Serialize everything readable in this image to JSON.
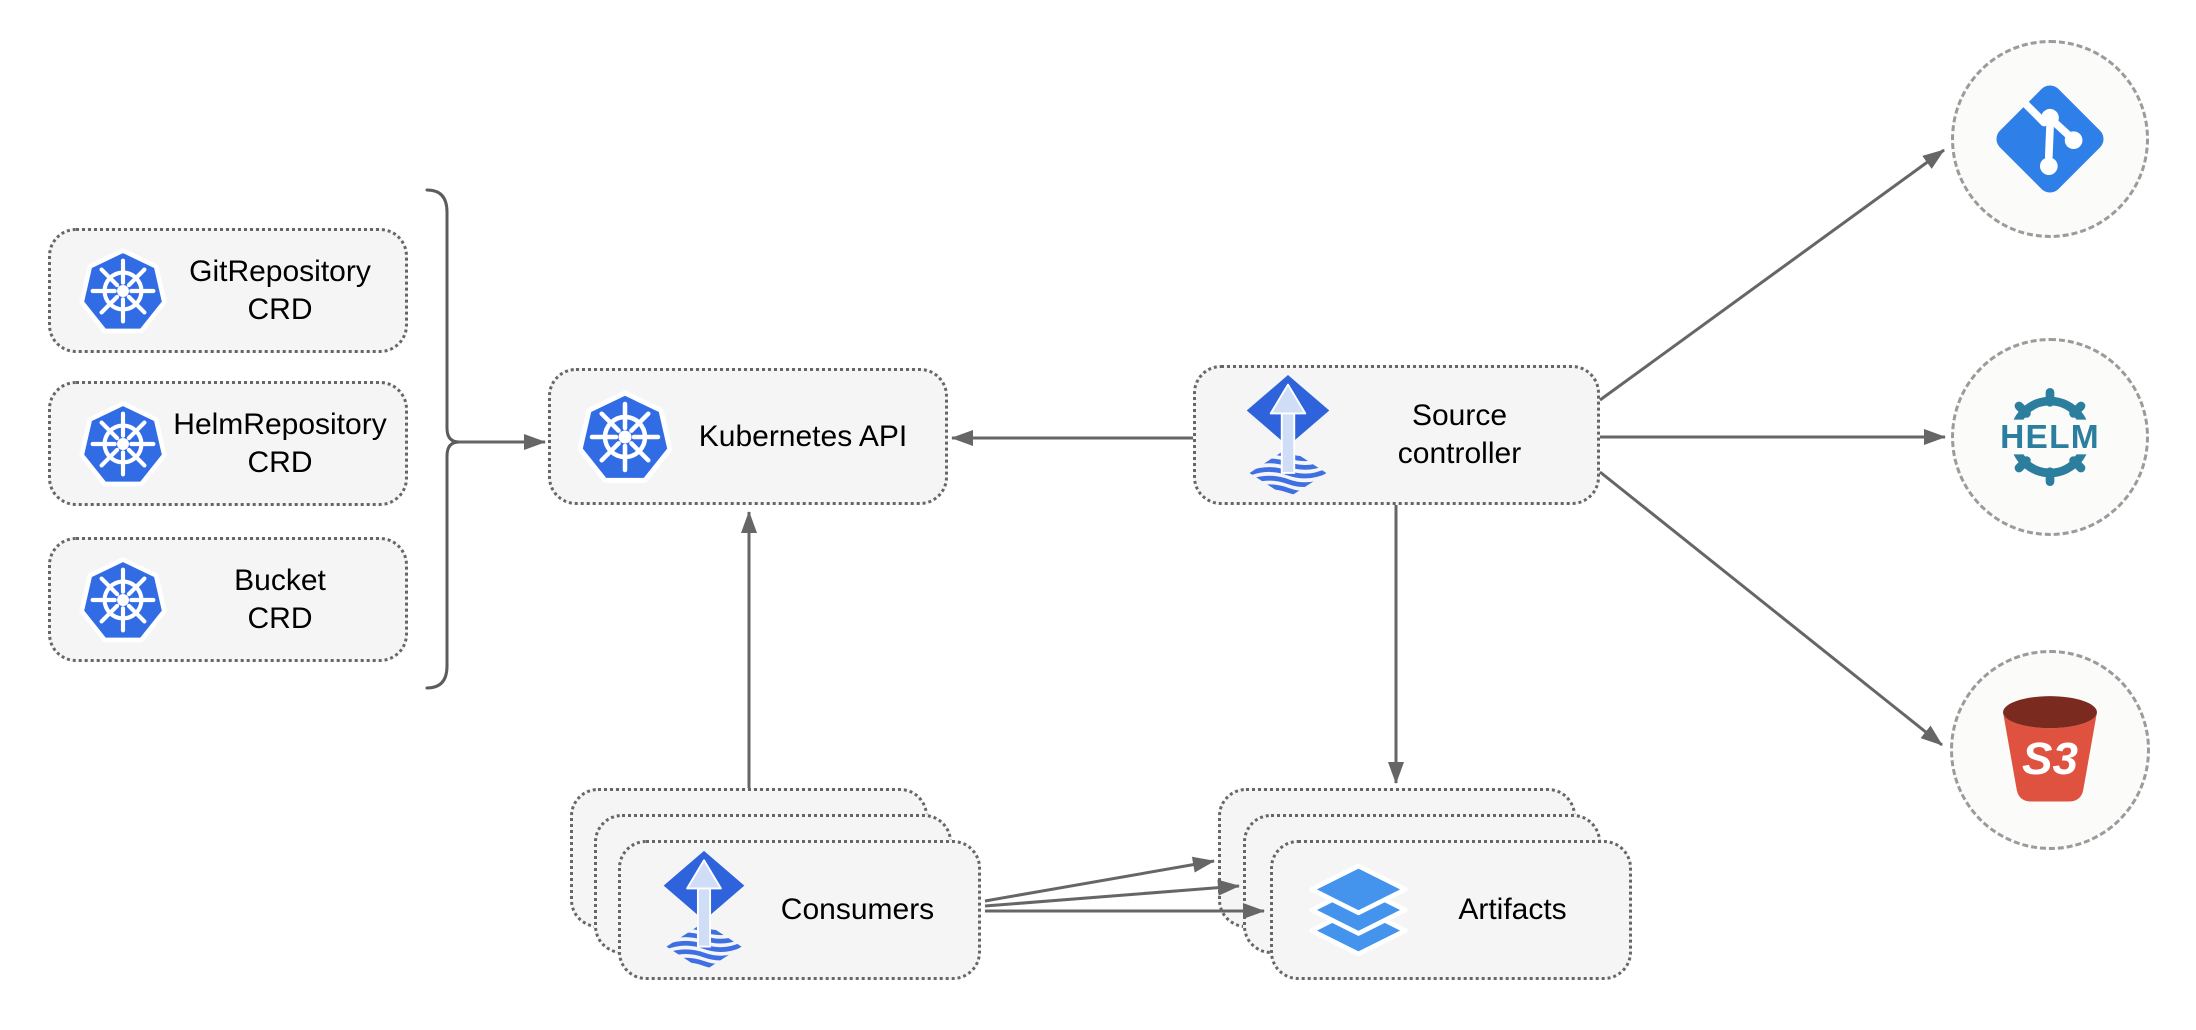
{
  "diagram": {
    "nodes": {
      "git_repository_crd": {
        "title": "GitRepository",
        "subtitle": "CRD",
        "icon": "kubernetes-icon"
      },
      "helm_repository_crd": {
        "title": "HelmRepository",
        "subtitle": "CRD",
        "icon": "kubernetes-icon"
      },
      "bucket_crd": {
        "title": "Bucket",
        "subtitle": "CRD",
        "icon": "kubernetes-icon"
      },
      "kubernetes_api": {
        "title": "Kubernetes API",
        "icon": "kubernetes-icon"
      },
      "source_controller": {
        "title": "Source",
        "subtitle": "controller",
        "icon": "flux-icon"
      },
      "consumers": {
        "title": "Consumers",
        "icon": "flux-icon",
        "stacked": true
      },
      "artifacts": {
        "title": "Artifacts",
        "icon": "layers-icon",
        "stacked": true
      },
      "git_endpoint": {
        "icon": "git-icon"
      },
      "helm_endpoint": {
        "icon": "helm-icon",
        "icon_text": "HELM"
      },
      "s3_endpoint": {
        "icon": "s3-icon",
        "icon_text": "S3"
      }
    },
    "colors": {
      "kubernetes_blue": "#326CE5",
      "flux_blue": "#2E63DC",
      "flux_wave_blue": "#3F70E3",
      "flux_arrow_light": "#CFDEF6",
      "git_blue": "#2E7FE8",
      "helm_teal": "#2B7E9E",
      "s3_red": "#DF5240",
      "s3_dark_red": "#7A2A1E",
      "layers_blue": "#4494EE",
      "node_fill": "#F5F5F5",
      "node_border": "#666666",
      "arrow": "#666666",
      "endpoint_border": "#9B9B9B",
      "endpoint_fill": "#FBFBFA",
      "text": "#000000"
    }
  }
}
